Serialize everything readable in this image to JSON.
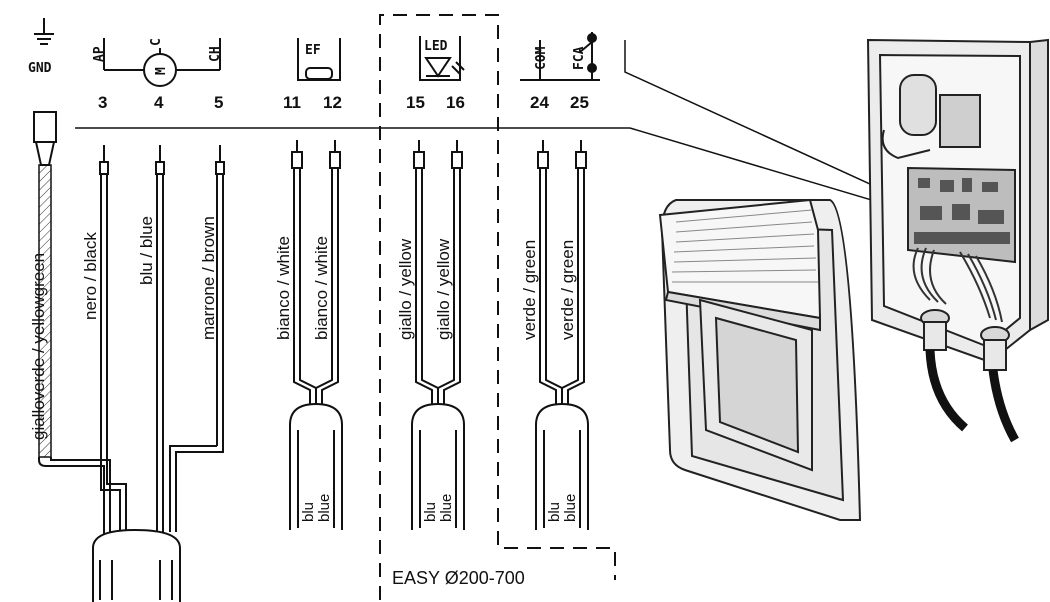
{
  "terminals": {
    "gnd": "GND",
    "ap": "AP",
    "c": "C",
    "motor": "M",
    "ch": "CH",
    "ef": "EF",
    "led": "LED",
    "com": "COM",
    "fca": "FCA",
    "numbers": [
      "3",
      "4",
      "5",
      "11",
      "12",
      "15",
      "16",
      "24",
      "25"
    ]
  },
  "wires": {
    "gnd": "gialloverde / yellowgreen",
    "black": "nero / black",
    "blue": "blu / blue",
    "brown": "marrone / brown",
    "white1": "bianco / white",
    "white2": "bianco / white",
    "yellow1": "giallo / yellow",
    "yellow2": "giallo / yellow",
    "green1": "verde / green",
    "green2": "verde / green"
  },
  "cables": {
    "ef": [
      "blu",
      "blue"
    ],
    "led": [
      "blu",
      "blue"
    ],
    "fca": [
      "blu",
      "blue"
    ]
  },
  "model_label": "EASY Ø200-700"
}
